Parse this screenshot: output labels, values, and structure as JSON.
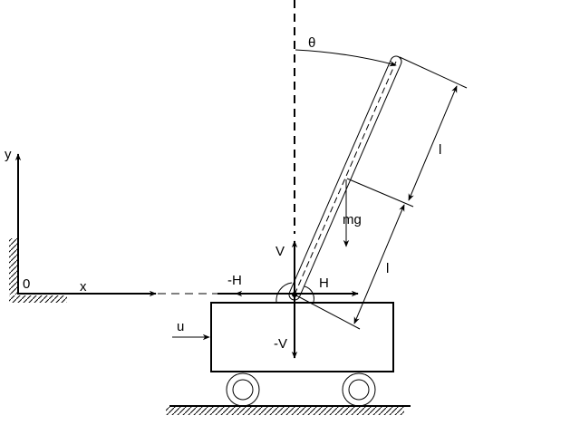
{
  "title": "Inverted pendulum on a cart",
  "labels": {
    "y_axis": "y",
    "origin": "0",
    "x_axis": "x",
    "theta": "θ",
    "length_upper": "l",
    "length_lower": "l",
    "gravity_force": "mg",
    "vertical_force_up": "V",
    "vertical_force_down": "-V",
    "horizontal_force_left": "-H",
    "horizontal_force_right": "H",
    "input_force": "u"
  },
  "colors": {
    "ink": "#000000",
    "background": "#ffffff"
  }
}
